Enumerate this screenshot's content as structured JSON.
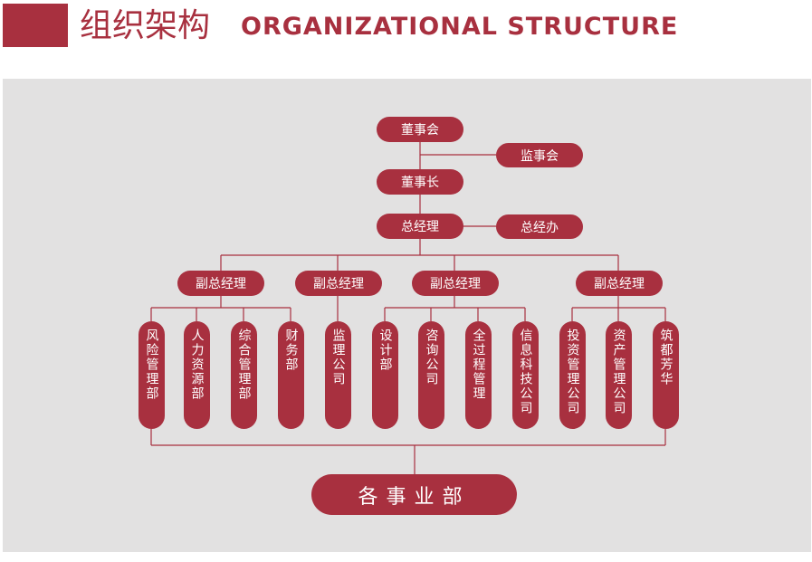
{
  "header": {
    "title_cn": "组织架构",
    "title_en": "ORGANIZATIONAL STRUCTURE"
  },
  "colors": {
    "accent": "#a8303f",
    "panel_bg": "#e2e1e1",
    "node_text": "#ffffff"
  },
  "org": {
    "board": "董事会",
    "supervisors": "监事会",
    "chairman": "董事长",
    "general_manager": "总经理",
    "gm_office": "总经办",
    "vice_gm_1": "副总经理",
    "vice_gm_2": "副总经理",
    "vice_gm_3": "副总经理",
    "vice_gm_4": "副总经理",
    "departments": [
      "风险管理部",
      "人力资源部",
      "综合管理部",
      "财务部",
      "监理公司",
      "设计部",
      "咨询公司",
      "全过程管理",
      "信息科技公司",
      "投资管理公司",
      "资产管理公司",
      "筑都芳华"
    ],
    "business_units": "各事业部"
  }
}
